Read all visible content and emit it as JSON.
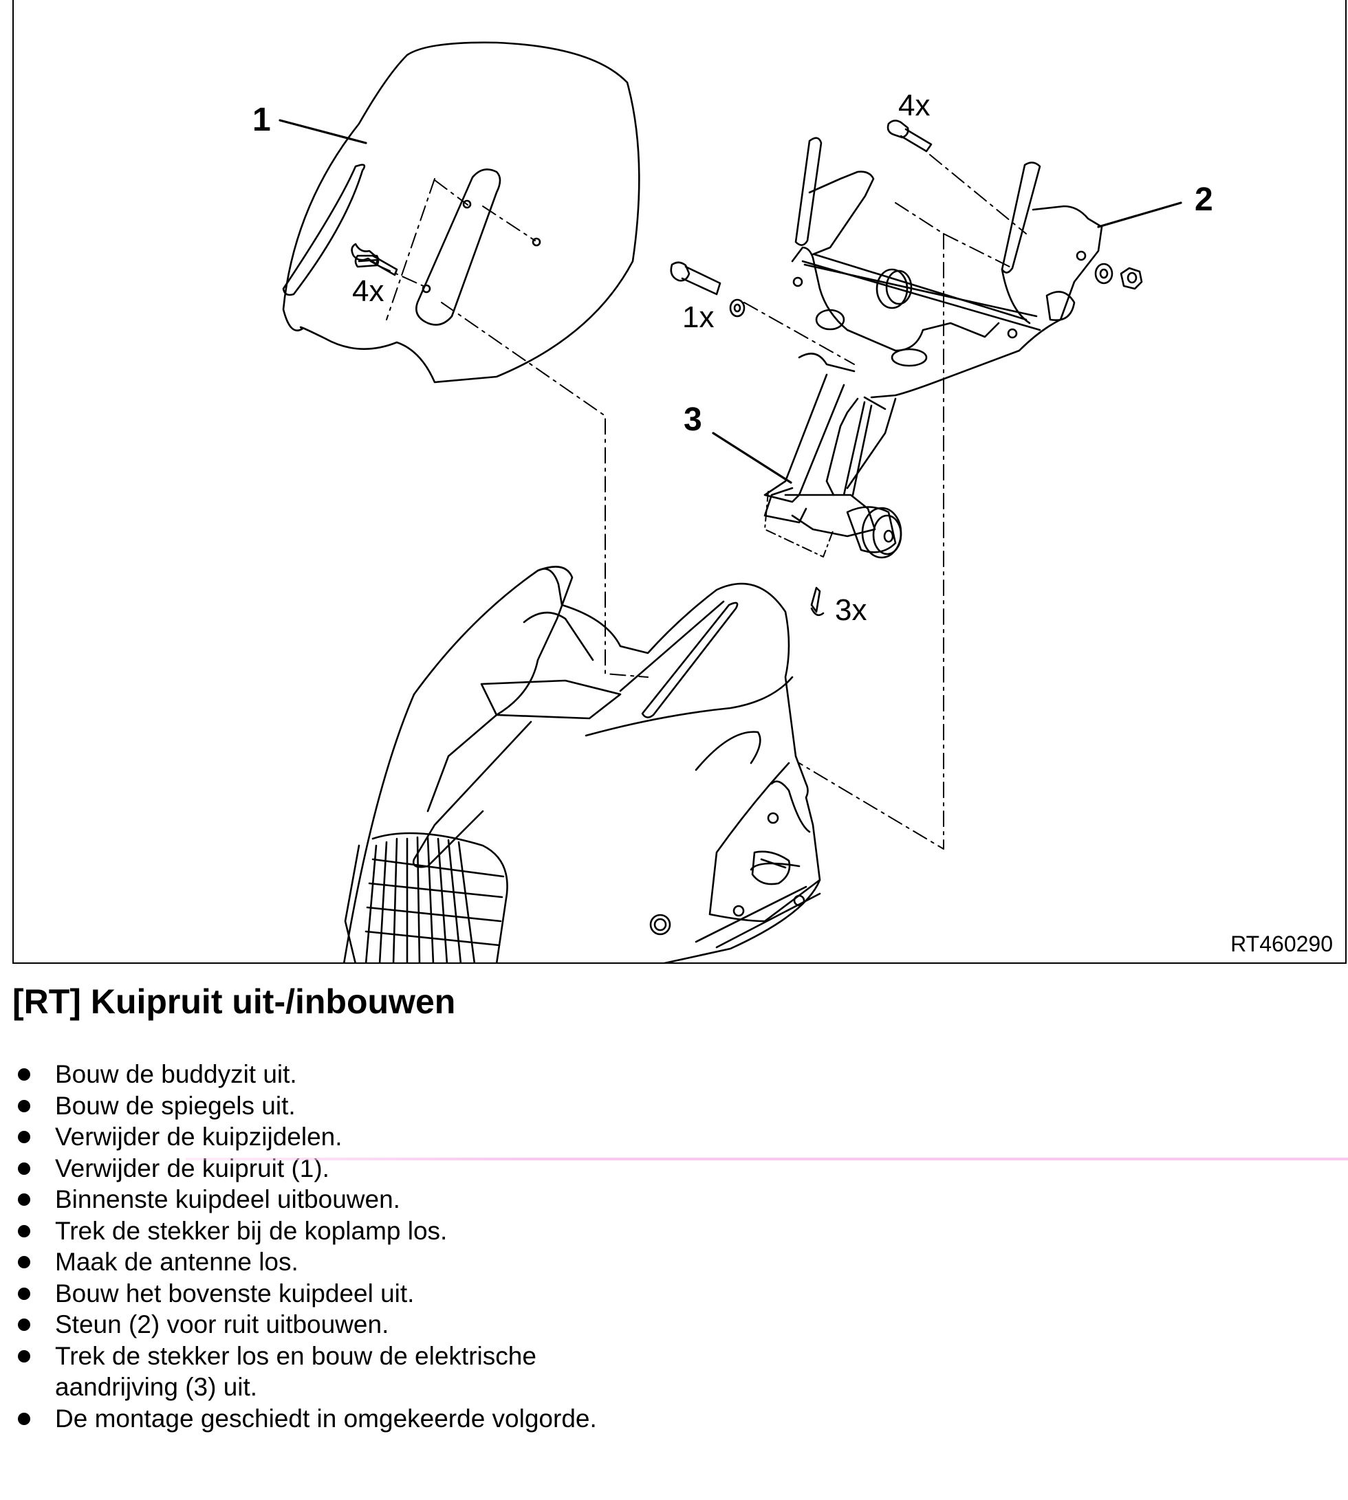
{
  "figure": {
    "callouts": {
      "c1": "1",
      "c2": "2",
      "c3": "3"
    },
    "quantities": {
      "q_screws_screen": "4x",
      "q_screws_bracket": "4x",
      "q_bolt": "1x",
      "q_screws_motor": "3x"
    },
    "figure_id": "RT460290"
  },
  "title": "[RT] Kuipruit uit-/inbouwen",
  "steps": [
    "Bouw de buddyzit uit.",
    "Bouw de spiegels uit.",
    "Verwijder de kuipzijdelen.",
    "Verwijder de kuipruit (1).",
    "Binnenste kuipdeel uitbouwen.",
    "Trek de stekker bij de koplamp los.",
    "Maak de antenne los.",
    "Bouw het bovenste kuipdeel uit.",
    "Steun (2) voor ruit uitbouwen.",
    "Trek de stekker los en bouw de elektrische",
    "aandrijving (3) uit.",
    "De montage geschiedt in omgekeerde volgorde."
  ]
}
